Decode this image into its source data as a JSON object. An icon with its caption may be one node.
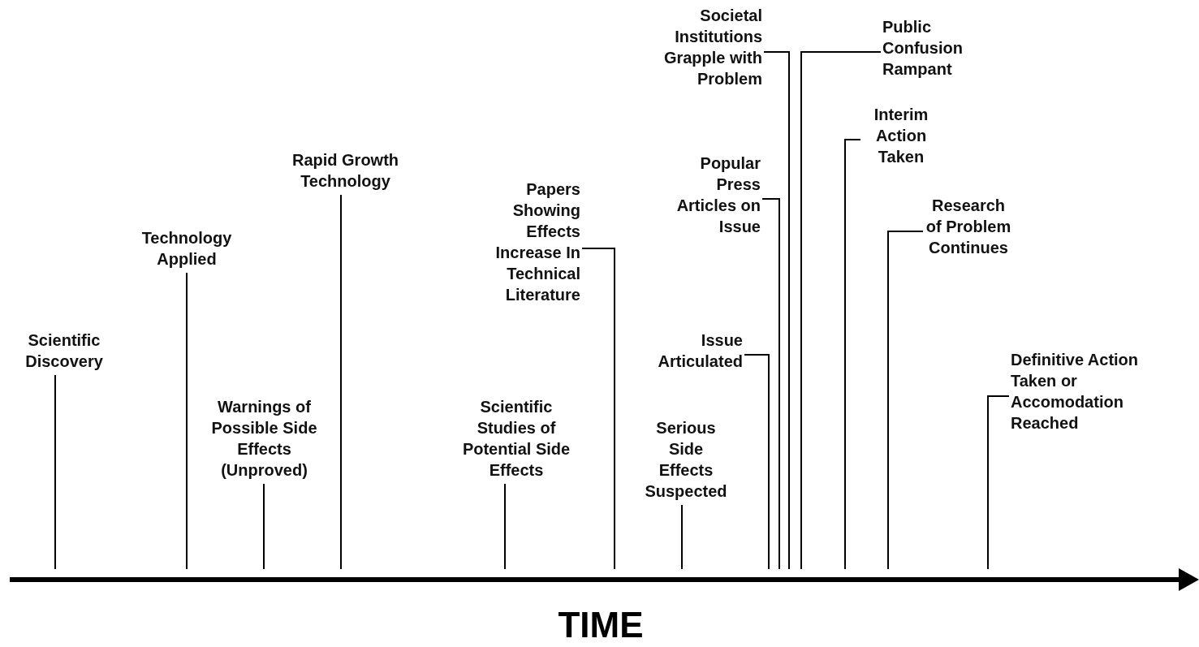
{
  "diagram": {
    "nodes": [
      {
        "text": [
          "Scientific Discovery"
        ]
      },
      {
        "text": [
          "Technology Applied"
        ]
      },
      {
        "text": [
          "Warnings of Possible Side Effects (Unproved)"
        ]
      },
      {
        "text": [
          "Rapid Growth Technology"
        ]
      },
      {
        "text": [
          "Papers Showing Effects Increase In Technical Literature"
        ]
      },
      {
        "text": [
          "Scientific Studies of Potential Side Effects"
        ]
      },
      {
        "text": [
          "Serious Side Effects Suspected"
        ]
      },
      {
        "text": [
          "Issue Articulated"
        ]
      },
      {
        "text": [
          "Popular Press Articles on Issue"
        ]
      },
      {
        "text": [
          "Societal Institutions Grapple with Problem"
        ]
      },
      {
        "text": [
          "Public Confusion Rampant"
        ]
      },
      {
        "text": [
          "Interim Action Taken"
        ]
      },
      {
        "text": [
          "Research of Problem Continues"
        ]
      },
      {
        "text": [
          "Definitive Action Taken or Accomodation Reached"
        ]
      },
      {
        "text": [],
        "shape": "arrow"
      }
    ],
    "edges": [
      {
        "from": 0,
        "to": 14,
        "arrow": "none"
      },
      {
        "from": 1,
        "to": 14,
        "arrow": "none"
      },
      {
        "from": 2,
        "to": 14,
        "arrow": "none"
      },
      {
        "from": 3,
        "to": 14,
        "arrow": "none"
      },
      {
        "from": 4,
        "to": 14,
        "arrow": "none"
      },
      {
        "from": 5,
        "to": 14,
        "arrow": "none"
      },
      {
        "from": 6,
        "to": 14,
        "arrow": "none"
      },
      {
        "from": 7,
        "to": 14,
        "arrow": "none"
      },
      {
        "from": 8,
        "to": 14,
        "arrow": "none"
      },
      {
        "from": 9,
        "to": 14,
        "arrow": "none"
      },
      {
        "from": 10,
        "to": 14,
        "arrow": "none"
      },
      {
        "from": 11,
        "to": 14,
        "arrow": "none"
      },
      {
        "from": 12,
        "to": 14,
        "arrow": "none"
      },
      {
        "from": 13,
        "to": 14,
        "arrow": "none"
      }
    ],
    "labels": [
      "TIME"
    ]
  }
}
